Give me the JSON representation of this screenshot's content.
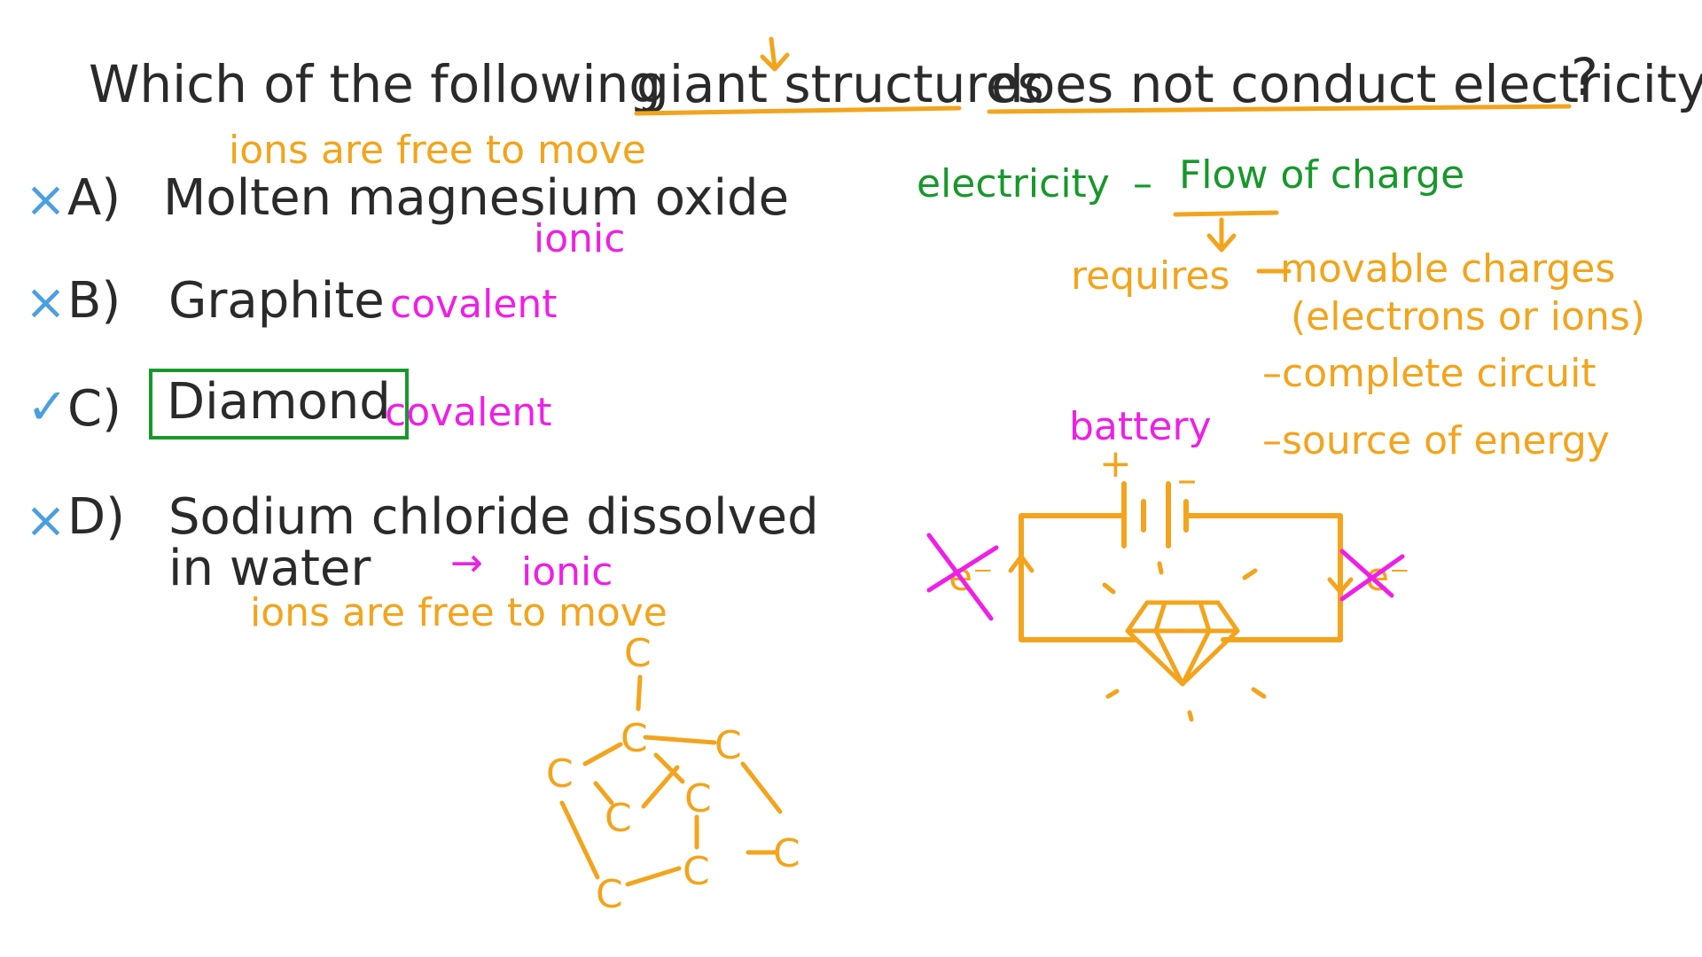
{
  "question": {
    "part1": "Which of the following",
    "part2": "giant structures",
    "part3": "does not conduct electricity",
    "qmark": "?"
  },
  "options": [
    {
      "mark": "×",
      "letter": "A)",
      "text": "Molten magnesium oxide",
      "note_above": "ions are free to move",
      "note_type": "ionic"
    },
    {
      "mark": "×",
      "letter": "B)",
      "text": "Graphite",
      "note_type": "covalent"
    },
    {
      "mark": "✓",
      "letter": "C)",
      "text": "Diamond",
      "note_type": "covalent"
    },
    {
      "mark": "×",
      "letter": "D)",
      "text_line1": "Sodium chloride dissolved",
      "text_line2": "in water",
      "arrow": "→",
      "note_type": "ionic",
      "note_below": "ions are free to move"
    }
  ],
  "definition": {
    "term": "electricity",
    "dash": "–",
    "meaning": "Flow of charge",
    "requires_label": "requires",
    "requirements": [
      "–movable charges",
      "(electrons or ions)",
      "–complete circuit",
      "–source of energy"
    ]
  },
  "circuit": {
    "battery_label": "battery",
    "plus": "+",
    "minus": "–",
    "electron_left": "e⁻",
    "electron_right": "e⁻"
  },
  "structure": {
    "atom_label": "C"
  },
  "colors": {
    "black": "#2a2a2a",
    "orange": "#f3a41c",
    "green": "#17982b",
    "pink": "#ee1fe6",
    "blue": "#4b9fe0"
  }
}
